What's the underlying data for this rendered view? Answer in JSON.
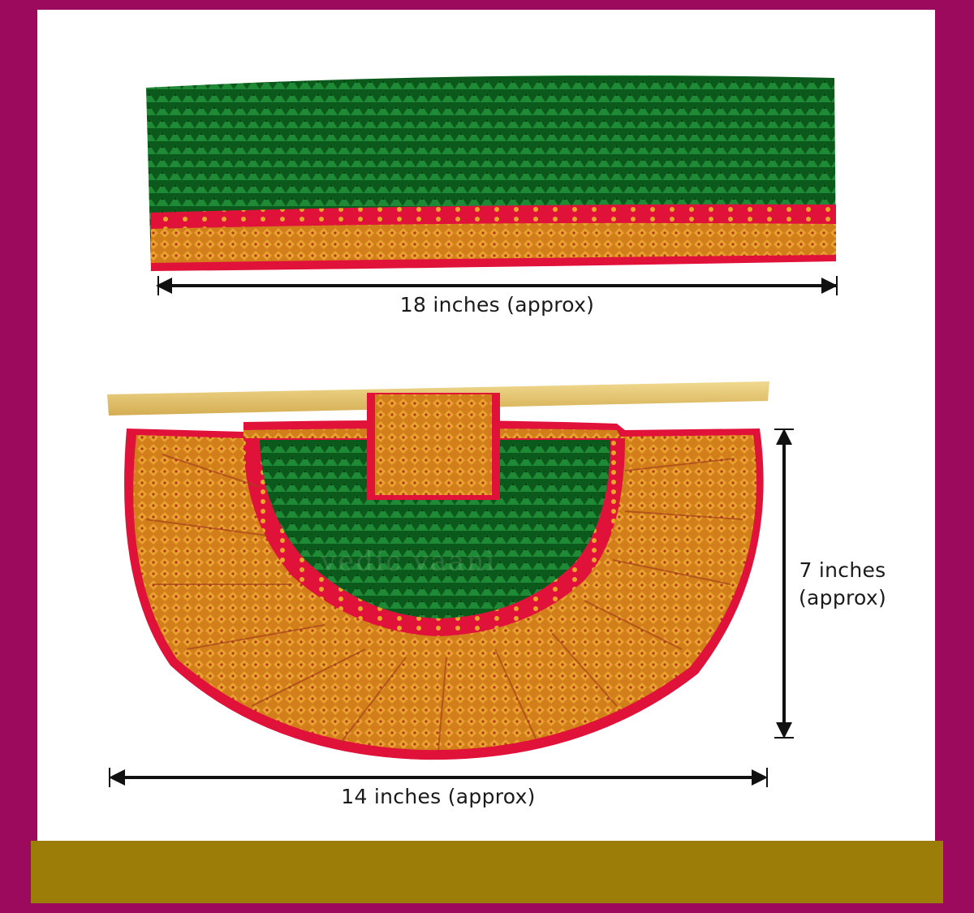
{
  "colors": {
    "frame": "#9b0a5c",
    "footer": "#9c7d07",
    "fabric_green": "#0f6b22",
    "border_red": "#e0123a",
    "zari_gold": "#d98a1c",
    "belt_gold": "#e8c872"
  },
  "items": {
    "top_piece": {
      "width_label": "18 inches (approx)"
    },
    "skirt_piece": {
      "width_label": "14 inches (approx)",
      "height_label": "7 inches (approx)"
    }
  },
  "watermark": "vedic vaani"
}
